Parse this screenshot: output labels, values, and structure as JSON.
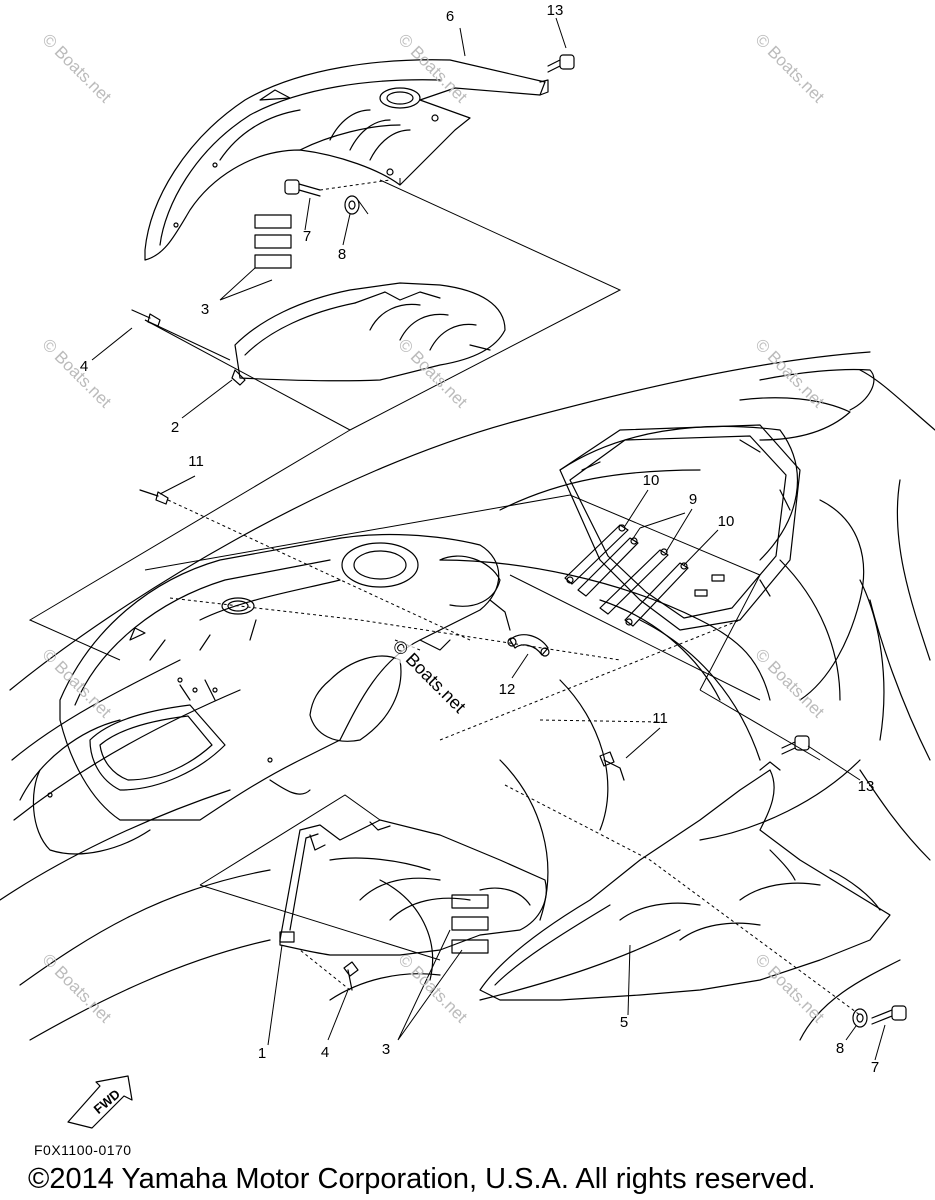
{
  "callouts": {
    "c1": "1",
    "c2": "2",
    "c3a": "3",
    "c3b": "3",
    "c4a": "4",
    "c4b": "4",
    "c5": "5",
    "c6": "6",
    "c7a": "7",
    "c7b": "7",
    "c8a": "8",
    "c8b": "8",
    "c9": "9",
    "c10a": "10",
    "c10b": "10",
    "c11a": "11",
    "c11b": "11",
    "c12": "12",
    "c13a": "13",
    "c13b": "13"
  },
  "fwd_label": "FWD",
  "watermark": "© Boats.net",
  "diagram_code": "F0X1100-0170",
  "copyright": "©2014 Yamaha Motor Corporation, U.S.A. All rights reserved."
}
